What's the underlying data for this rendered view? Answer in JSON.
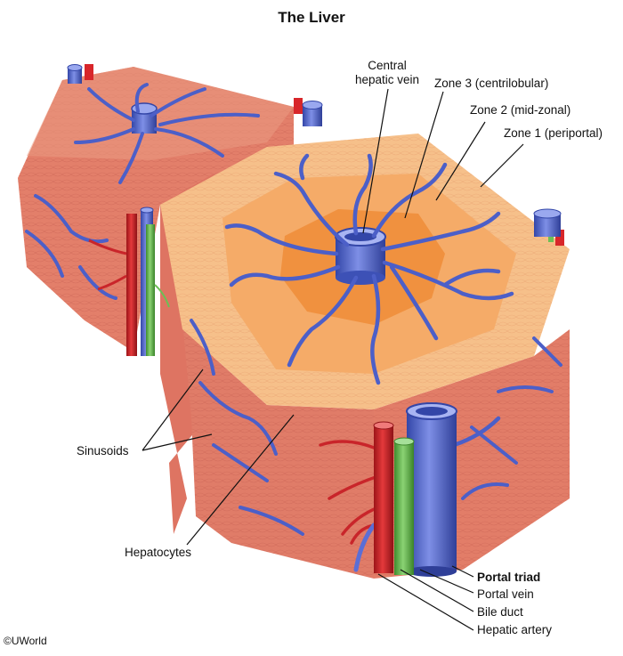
{
  "title": "The Liver",
  "labels": {
    "central_vein_line1": "Central",
    "central_vein_line2": "hepatic vein",
    "zone3": "Zone 3 (centrilobular)",
    "zone2": "Zone 2 (mid-zonal)",
    "zone1": "Zone 1 (periportal)",
    "sinusoids": "Sinusoids",
    "hepatocytes": "Hepatocytes",
    "portal_triad": "Portal triad",
    "portal_vein": "Portal vein",
    "bile_duct": "Bile duct",
    "hepatic_artery": "Hepatic artery"
  },
  "copyright": "©UWorld",
  "colors": {
    "tissue": "#e88a72",
    "tissue_dark": "#d2685a",
    "zone1": "#f7c28c",
    "zone2": "#f6ae6a",
    "zone3": "#f19548",
    "vein": "#5b6ed6",
    "vein_dark": "#3346a8",
    "artery": "#d8262a",
    "bile_duct": "#6cbf55"
  }
}
